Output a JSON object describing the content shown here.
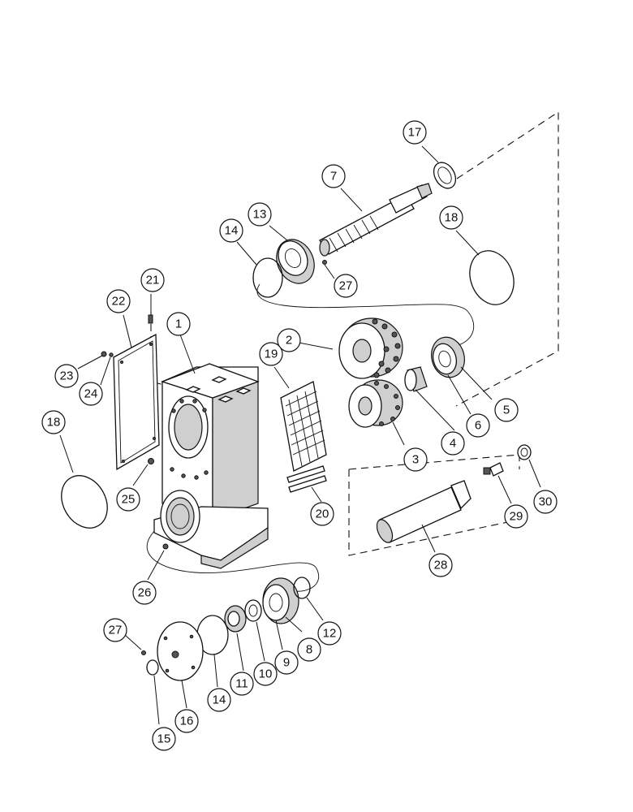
{
  "callouts": [
    {
      "id": "c1",
      "label": "1"
    },
    {
      "id": "c2",
      "label": "2"
    },
    {
      "id": "c3",
      "label": "3"
    },
    {
      "id": "c4",
      "label": "4"
    },
    {
      "id": "c5",
      "label": "5"
    },
    {
      "id": "c6",
      "label": "6"
    },
    {
      "id": "c7",
      "label": "7"
    },
    {
      "id": "c8",
      "label": "8"
    },
    {
      "id": "c9",
      "label": "9"
    },
    {
      "id": "c10",
      "label": "10"
    },
    {
      "id": "c11",
      "label": "11"
    },
    {
      "id": "c12",
      "label": "12"
    },
    {
      "id": "c13",
      "label": "13"
    },
    {
      "id": "c14a",
      "label": "14"
    },
    {
      "id": "c14b",
      "label": "14"
    },
    {
      "id": "c15",
      "label": "15"
    },
    {
      "id": "c16",
      "label": "16"
    },
    {
      "id": "c17",
      "label": "17"
    },
    {
      "id": "c18a",
      "label": "18"
    },
    {
      "id": "c18b",
      "label": "18"
    },
    {
      "id": "c19",
      "label": "19"
    },
    {
      "id": "c20",
      "label": "20"
    },
    {
      "id": "c21",
      "label": "21"
    },
    {
      "id": "c22",
      "label": "22"
    },
    {
      "id": "c23",
      "label": "23"
    },
    {
      "id": "c24",
      "label": "24"
    },
    {
      "id": "c25",
      "label": "25"
    },
    {
      "id": "c26",
      "label": "26"
    },
    {
      "id": "c27a",
      "label": "27"
    },
    {
      "id": "c27b",
      "label": "27"
    },
    {
      "id": "c28",
      "label": "28"
    },
    {
      "id": "c29",
      "label": "29"
    },
    {
      "id": "c30",
      "label": "30"
    }
  ]
}
